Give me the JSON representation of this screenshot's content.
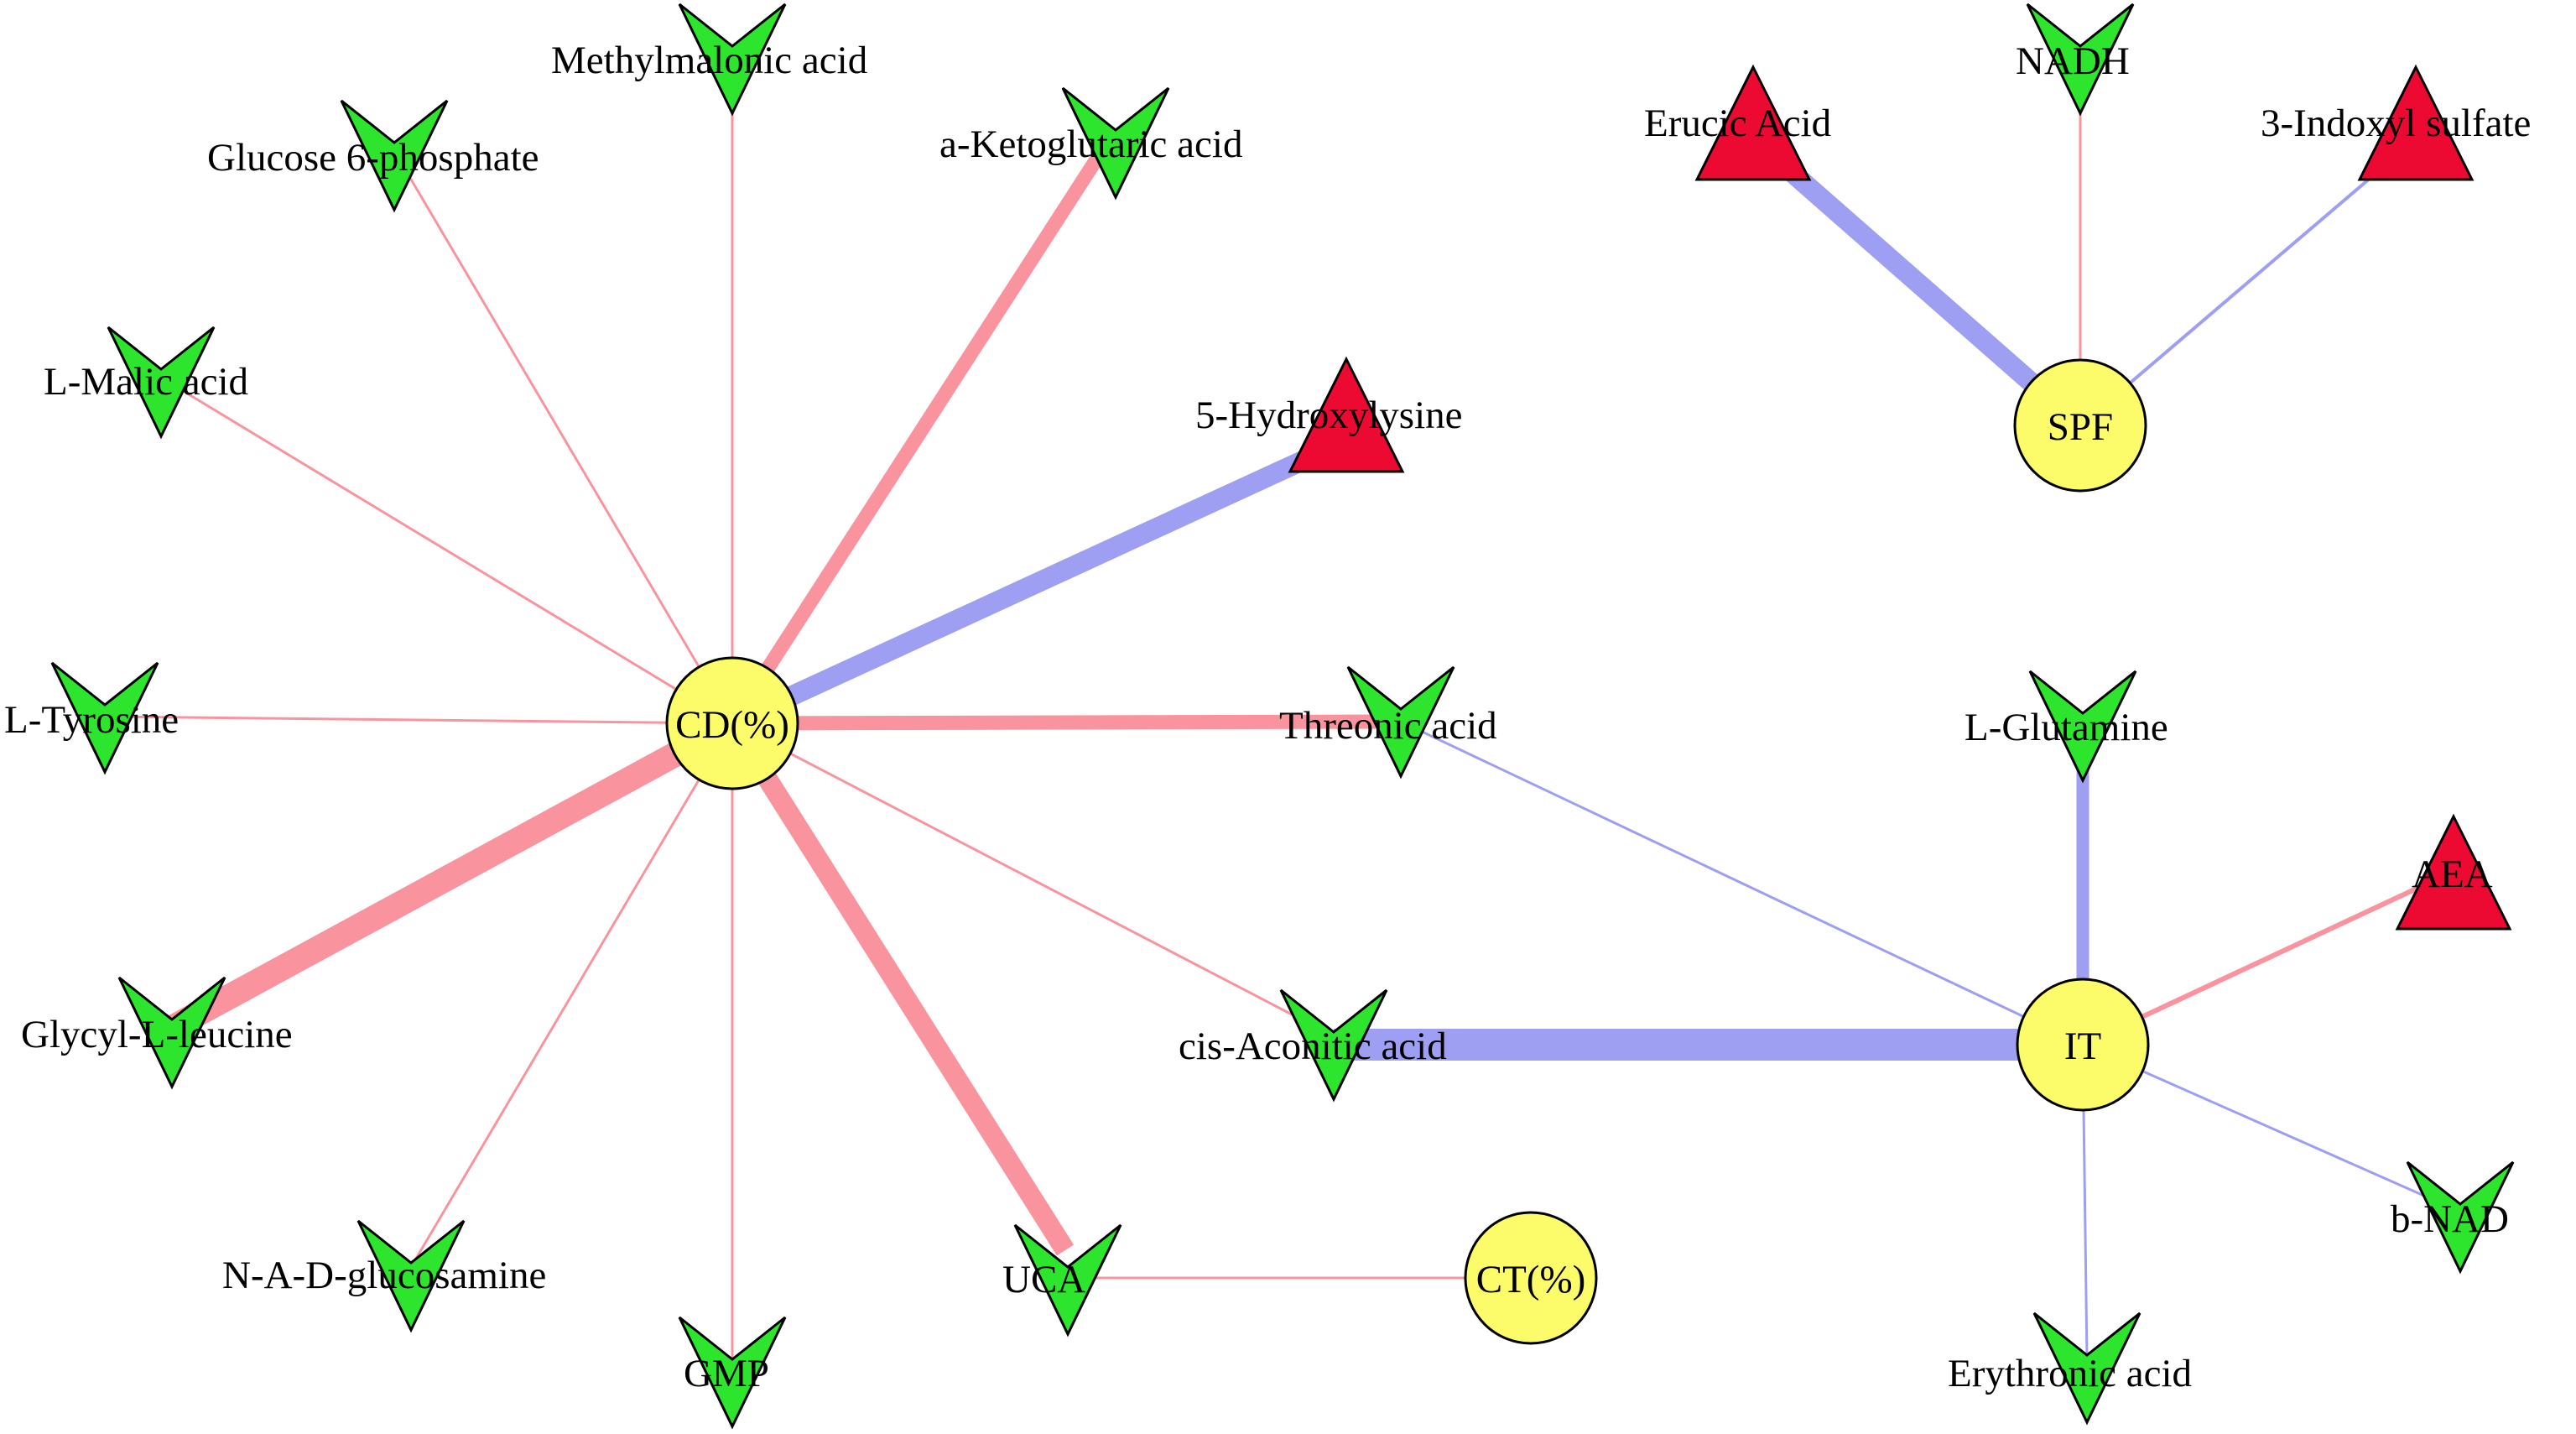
{
  "colors": {
    "positive_edge": "#f9949f",
    "negative_edge": "#9e9ff2",
    "hub_fill": "#fcfc6a",
    "down_marker_fill": "#2ee52e",
    "up_marker_fill": "#ec0a33",
    "outline": "#000000"
  },
  "hubs": {
    "cd": {
      "label": "CD(%)",
      "shape": "circle"
    },
    "spf": {
      "label": "SPF",
      "shape": "circle"
    },
    "it": {
      "label": "IT",
      "shape": "circle"
    },
    "ct": {
      "label": "CT(%)",
      "shape": "circle"
    }
  },
  "metabolites": {
    "methylmalonic_acid": {
      "label": "Methylmalonic acid",
      "marker": "down"
    },
    "glucose_6_phosphate": {
      "label": "Glucose 6-phosphate",
      "marker": "down"
    },
    "a_ketoglutaric_acid": {
      "label": "a-Ketoglutaric acid",
      "marker": "down"
    },
    "l_malic_acid": {
      "label": "L-Malic acid",
      "marker": "down"
    },
    "hydroxylysine": {
      "label": "5-Hydroxylysine",
      "marker": "up"
    },
    "l_tyrosine": {
      "label": "L-Tyrosine",
      "marker": "down"
    },
    "threonic_acid": {
      "label": "Threonic acid",
      "marker": "down"
    },
    "glycyl_l_leucine": {
      "label": "Glycyl-L-leucine",
      "marker": "down"
    },
    "cis_aconitic_acid": {
      "label": "cis-Aconitic acid",
      "marker": "down"
    },
    "n_a_d_glucosamine": {
      "label": "N-A-D-glucosamine",
      "marker": "down"
    },
    "gmp": {
      "label": "GMP",
      "marker": "down"
    },
    "uca": {
      "label": "UCA",
      "marker": "down"
    },
    "erucic_acid": {
      "label": "Erucic Acid",
      "marker": "up"
    },
    "nadh": {
      "label": "NADH",
      "marker": "down"
    },
    "indoxyl_sulfate": {
      "label": "3-Indoxyl sulfate",
      "marker": "up"
    },
    "l_glutamine": {
      "label": "L-Glutamine",
      "marker": "down"
    },
    "aea": {
      "label": "AEA",
      "marker": "up"
    },
    "b_nad": {
      "label": "b-NAD",
      "marker": "down"
    },
    "erythronic_acid": {
      "label": "Erythronic acid",
      "marker": "down"
    }
  },
  "edges": [
    {
      "from": "CD(%)",
      "to": "Methylmalonic acid",
      "correlation": "positive",
      "strength": "weak"
    },
    {
      "from": "CD(%)",
      "to": "Glucose 6-phosphate",
      "correlation": "positive",
      "strength": "weak"
    },
    {
      "from": "CD(%)",
      "to": "a-Ketoglutaric acid",
      "correlation": "positive",
      "strength": "medium"
    },
    {
      "from": "CD(%)",
      "to": "L-Malic acid",
      "correlation": "positive",
      "strength": "weak"
    },
    {
      "from": "CD(%)",
      "to": "5-Hydroxylysine",
      "correlation": "negative",
      "strength": "strong"
    },
    {
      "from": "CD(%)",
      "to": "L-Tyrosine",
      "correlation": "positive",
      "strength": "weak"
    },
    {
      "from": "CD(%)",
      "to": "Threonic acid",
      "correlation": "positive",
      "strength": "medium"
    },
    {
      "from": "CD(%)",
      "to": "Glycyl-L-leucine",
      "correlation": "positive",
      "strength": "strong"
    },
    {
      "from": "CD(%)",
      "to": "cis-Aconitic acid",
      "correlation": "positive",
      "strength": "weak"
    },
    {
      "from": "CD(%)",
      "to": "N-A-D-glucosamine",
      "correlation": "positive",
      "strength": "weak"
    },
    {
      "from": "CD(%)",
      "to": "GMP",
      "correlation": "positive",
      "strength": "weak"
    },
    {
      "from": "CD(%)",
      "to": "UCA",
      "correlation": "positive",
      "strength": "strong"
    },
    {
      "from": "CT(%)",
      "to": "UCA",
      "correlation": "positive",
      "strength": "weak"
    },
    {
      "from": "SPF",
      "to": "Erucic Acid",
      "correlation": "negative",
      "strength": "strong"
    },
    {
      "from": "SPF",
      "to": "NADH",
      "correlation": "positive",
      "strength": "weak"
    },
    {
      "from": "SPF",
      "to": "3-Indoxyl sulfate",
      "correlation": "negative",
      "strength": "weak"
    },
    {
      "from": "IT",
      "to": "Threonic acid",
      "correlation": "negative",
      "strength": "weak"
    },
    {
      "from": "IT",
      "to": "cis-Aconitic acid",
      "correlation": "negative",
      "strength": "strong"
    },
    {
      "from": "IT",
      "to": "L-Glutamine",
      "correlation": "negative",
      "strength": "medium"
    },
    {
      "from": "IT",
      "to": "AEA",
      "correlation": "positive",
      "strength": "weak"
    },
    {
      "from": "IT",
      "to": "b-NAD",
      "correlation": "negative",
      "strength": "weak"
    },
    {
      "from": "IT",
      "to": "Erythronic acid",
      "correlation": "negative",
      "strength": "weak"
    }
  ]
}
